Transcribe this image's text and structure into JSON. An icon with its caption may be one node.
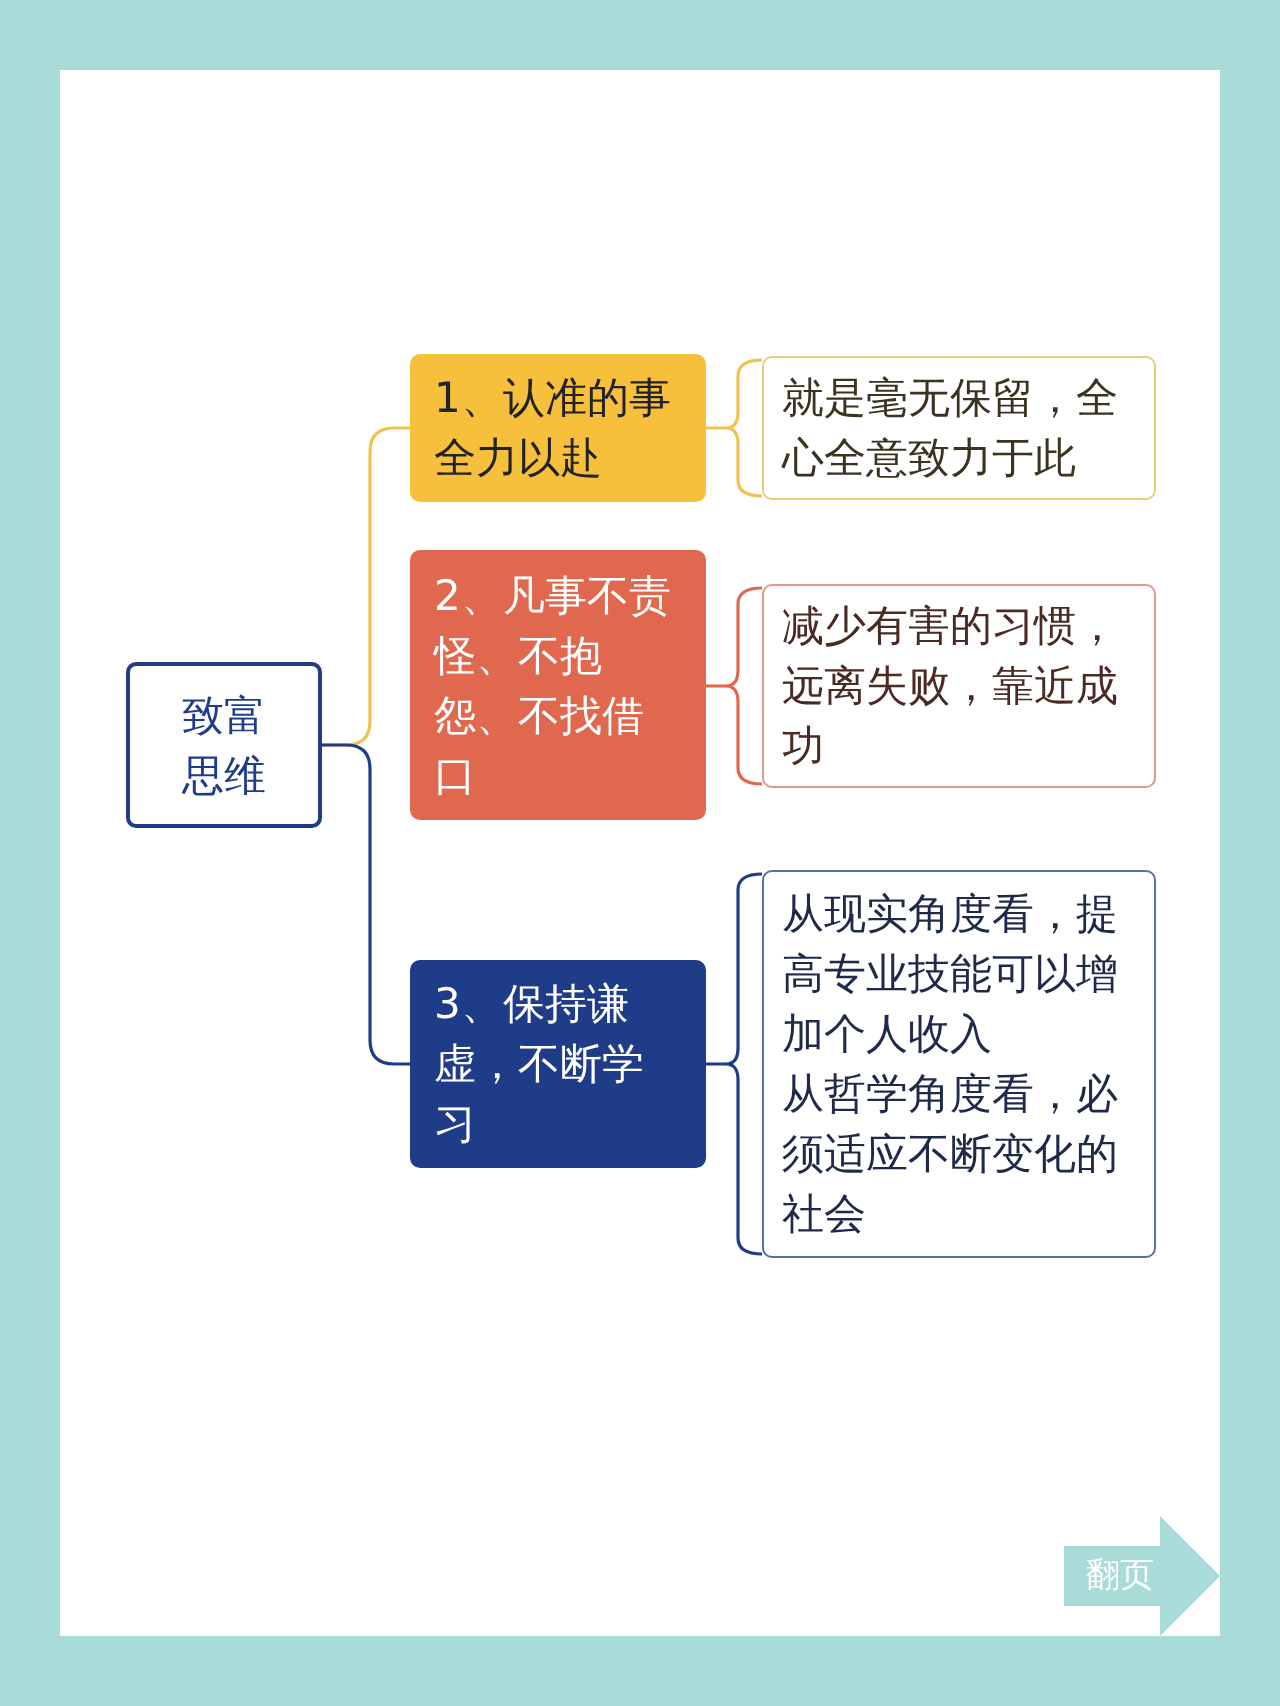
{
  "diagram": {
    "nodes": [
      {
        "text": [
          "致富思维"
        ]
      },
      {
        "text": [
          "1、认准的事全力以赴"
        ]
      },
      {
        "text": [
          "就是毫无保留，全心全意致力于此"
        ]
      },
      {
        "text": [
          "2、凡事不责怪、不抱怨、不找借口"
        ]
      },
      {
        "text": [
          "减少有害的习惯，远离失败，靠近成功"
        ]
      },
      {
        "text": [
          "3、保持谦虚，不断学习"
        ]
      },
      {
        "text": [
          "从现实角度看，提高专业技能可以增加个人收入",
          "从哲学角度看，必须适应不断变化的社会"
        ]
      },
      {
        "text": [
          "翻页"
        ]
      }
    ],
    "edges": [
      {
        "from": 0,
        "to": 1,
        "arrow": "none",
        "color": "#f2c14e"
      },
      {
        "from": 0,
        "to": 5,
        "arrow": "none",
        "color": "#1f3c88"
      },
      {
        "from": 1,
        "to": 2,
        "arrow": "none",
        "color": "#f2c14e"
      },
      {
        "from": 3,
        "to": 4,
        "arrow": "none",
        "color": "#e0684f"
      },
      {
        "from": 5,
        "to": 6,
        "arrow": "none",
        "color": "#1f3c88"
      }
    ]
  }
}
